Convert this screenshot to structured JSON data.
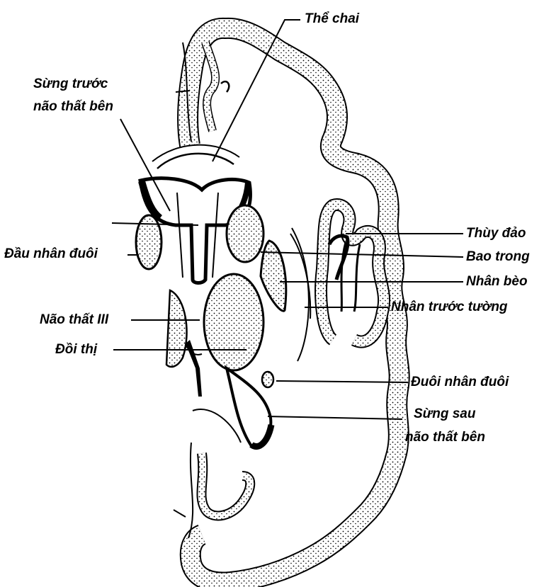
{
  "labels": {
    "the_chai": "Thể chai",
    "sung_truoc_1": "Sừng trước",
    "sung_truoc_2": "não thất bên",
    "dau_nhan_duoi": "Đầu nhân đuôi",
    "nao_that_3": "Não thất III",
    "doi_thi": "Đồi thị",
    "thuy_dao": "Thùy đảo",
    "bao_trong": "Bao trong",
    "nhan_beo": "Nhân bèo",
    "nhan_truoc_tuong": "Nhân trước tường",
    "duoi_nhan_duoi": "Đuôi nhân đuôi",
    "sung_sau_1": "Sừng sau",
    "sung_sau_2": "não thất bên"
  },
  "colors": {
    "ink": "#000000",
    "paper": "#ffffff"
  }
}
